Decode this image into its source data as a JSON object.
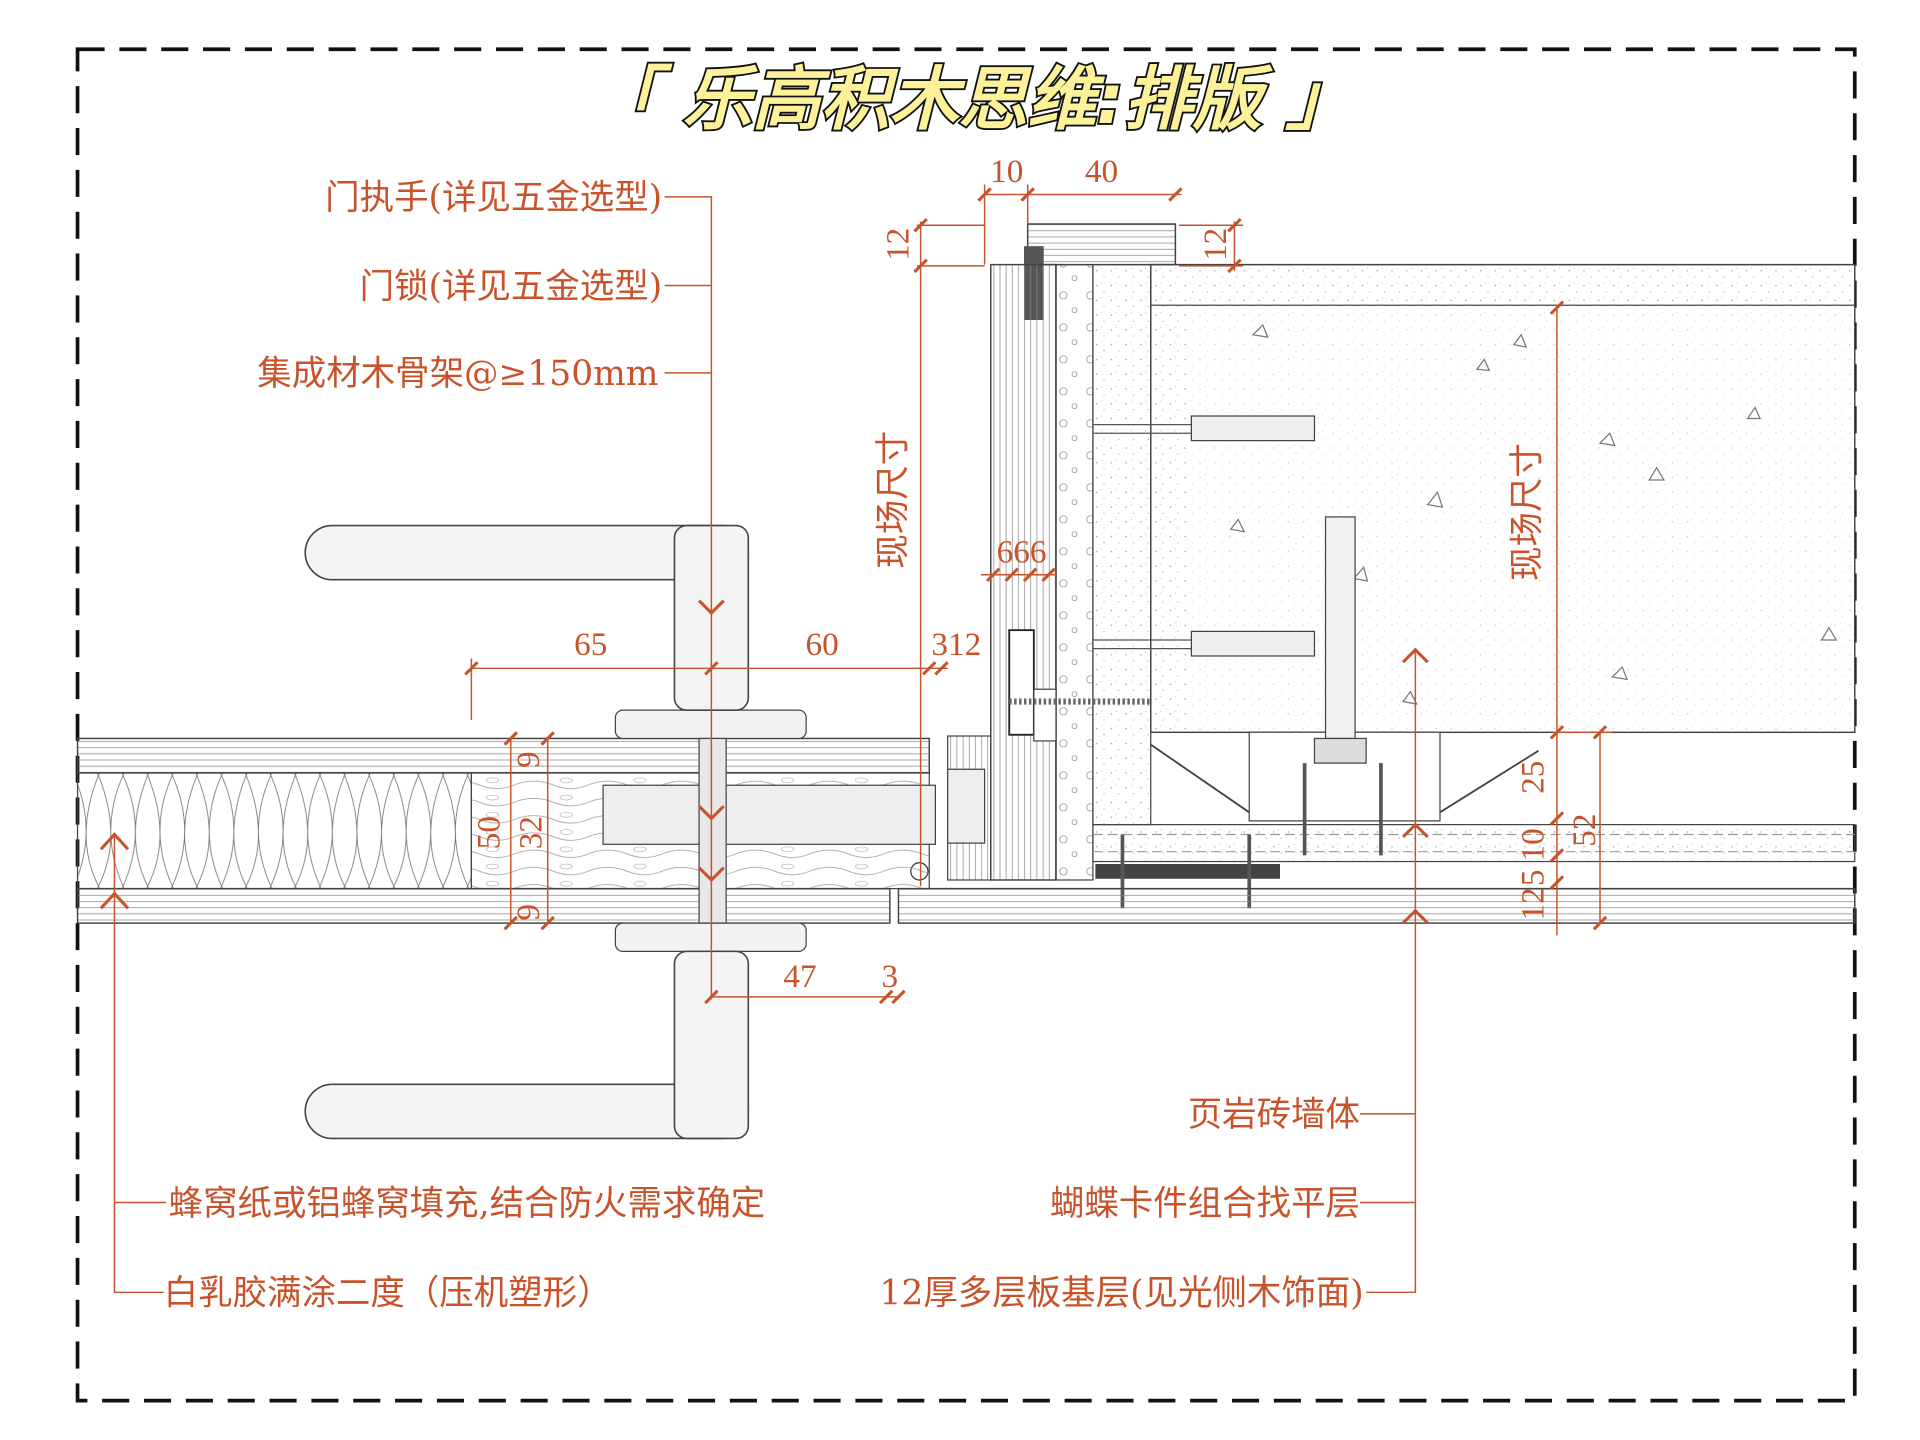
{
  "title": "「 乐高积木思维:排版 」",
  "colors": {
    "annotation": "#c8532b",
    "title_fill": "#fdf29a",
    "border": "#111111"
  },
  "labels_left": [
    "门执手(详见五金选型)",
    "门锁(详见五金选型)",
    "集成材木骨架@≥150mm"
  ],
  "labels_bottom_left": [
    "蜂窝纸或铝蜂窝填充,结合防火需求确定",
    "白乳胶满涂二度（压机塑形）"
  ],
  "labels_bottom_right": [
    "页岩砖墙体",
    "蝴蝶卡件组合找平层",
    "12厚多层板基层(见光侧木饰面)"
  ],
  "site_dimension": "现场尺寸",
  "dimensions": {
    "top_10": "10",
    "top_40": "40",
    "left_12": "12",
    "right_12": "12",
    "d666": "666",
    "d65": "65",
    "d60": "60",
    "d312": "312",
    "door_9a": "9",
    "door_32": "32",
    "door_50": "50",
    "door_9b": "9",
    "d47": "47",
    "d3": "3",
    "r25": "25",
    "r52": "52",
    "r10": "10",
    "r5": "5",
    "r12": "12"
  }
}
